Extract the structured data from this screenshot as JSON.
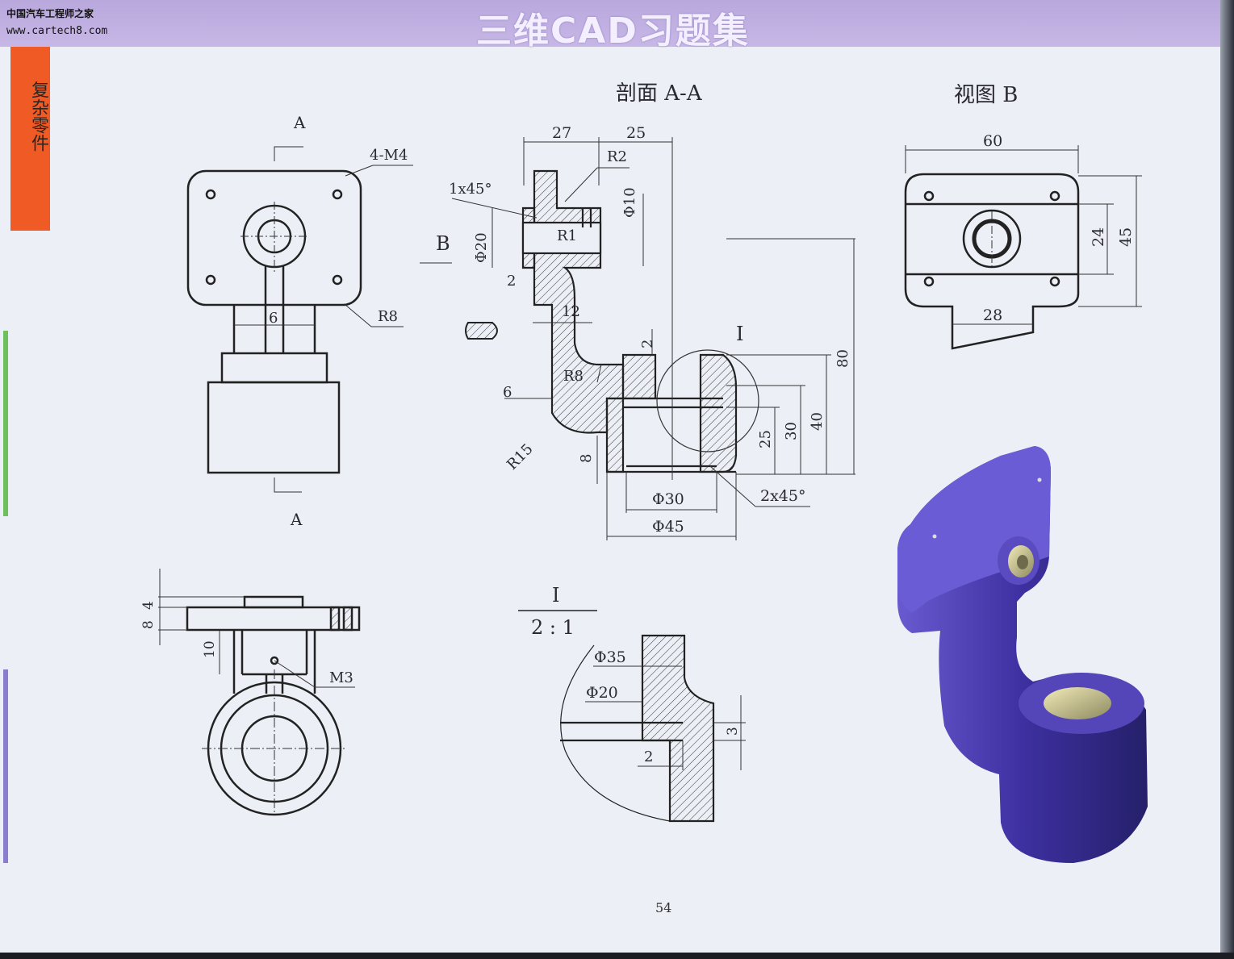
{
  "header": {
    "title": "三维CAD习题集"
  },
  "site": {
    "name": "中国汽车工程师之家",
    "url": "www.cartech8.com"
  },
  "side_tab": {
    "label": "复杂零件"
  },
  "views": {
    "section_title": "剖面 A-A",
    "view_b_title": "视图 B",
    "detail_label": "I",
    "detail_scale": "2 : 1"
  },
  "labels": {
    "section_a_top": "A",
    "section_a_bottom": "A",
    "b_arrow": "B",
    "marker_i": "I"
  },
  "dimensions": {
    "front": [
      "4-M4",
      "6",
      "R8"
    ],
    "section": [
      "27",
      "25",
      "R2",
      "1x45°",
      "Φ10",
      "Φ20",
      "R1",
      "2",
      "12",
      "R8",
      "6",
      "R15",
      "8",
      "2",
      "80",
      "40",
      "30",
      "25",
      "Φ30",
      "Φ45",
      "2x45°"
    ],
    "view_b": [
      "60",
      "24",
      "45",
      "28"
    ],
    "bottom": [
      "4",
      "8",
      "10",
      "M3"
    ],
    "detail": [
      "Φ35",
      "Φ20",
      "3",
      "2"
    ]
  },
  "page_number": "54",
  "colors": {
    "header": "#c2b2e2",
    "tab": "#ef5a25",
    "model": "#4b3fb0"
  }
}
